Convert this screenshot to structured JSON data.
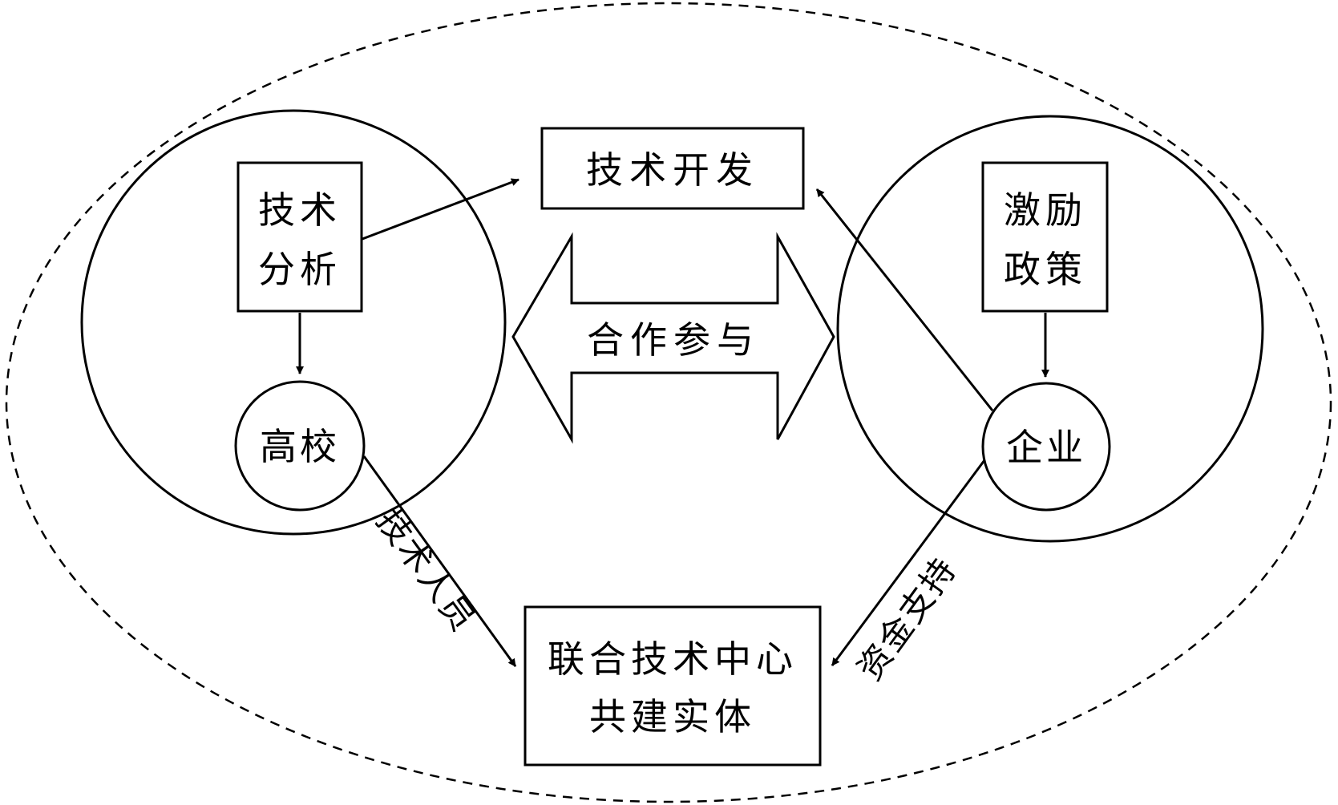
{
  "diagram": {
    "boxes": {
      "tech_development": "技术开发",
      "tech_analysis_line1": "技术",
      "tech_analysis_line2": "分析",
      "incentive_policy_line1": "激励",
      "incentive_policy_line2": "政策",
      "joint_center_line1": "联合技术中心",
      "joint_center_line2": "共建实体"
    },
    "nodes": {
      "university": "高校",
      "enterprise": "企业"
    },
    "arrow_labels": {
      "cooperation": "合作参与",
      "tech_personnel": "技术人员",
      "funding_support": "资金支持"
    },
    "colors": {
      "stroke": "#000000",
      "background": "#ffffff"
    }
  }
}
